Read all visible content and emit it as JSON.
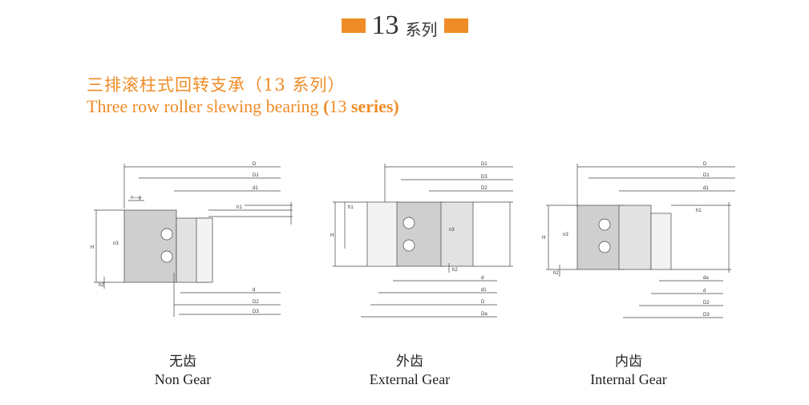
{
  "header": {
    "number": "13",
    "label": "系列",
    "accent_color": "#f08c28"
  },
  "title": {
    "cn": "三排滚柱式回转支承（13 系列）",
    "en_prefix": "Three row roller slewing bearing ",
    "en_bold_open": "(",
    "en_mid": "13 ",
    "en_bold_series": "series)"
  },
  "diagrams": [
    {
      "caption_cn": "无齿",
      "caption_en": "Non Gear",
      "dims": {
        "D": "D",
        "D1": "D1",
        "d1": "d1",
        "H": "H",
        "h1": "h1",
        "h2": "h2",
        "n3": "n3",
        "nphi": "n—φ",
        "d": "d",
        "D2": "D2",
        "D3": "D3"
      }
    },
    {
      "caption_cn": "外齿",
      "caption_en": "External Gear",
      "dims": {
        "D1": "D1",
        "D3": "D3",
        "D2": "D2",
        "H": "H",
        "h1": "h1",
        "h2": "h2",
        "n3": "n3",
        "d": "d",
        "d1": "d1",
        "D": "D",
        "Da": "Da"
      }
    },
    {
      "caption_cn": "内齿",
      "caption_en": "Internal Gear",
      "dims": {
        "D": "D",
        "D1": "D1",
        "d1": "d1",
        "H": "H",
        "h1": "h1",
        "h2": "h2",
        "n3": "n3",
        "da": "da",
        "d": "d",
        "D2": "D2",
        "D3": "D3"
      }
    }
  ]
}
